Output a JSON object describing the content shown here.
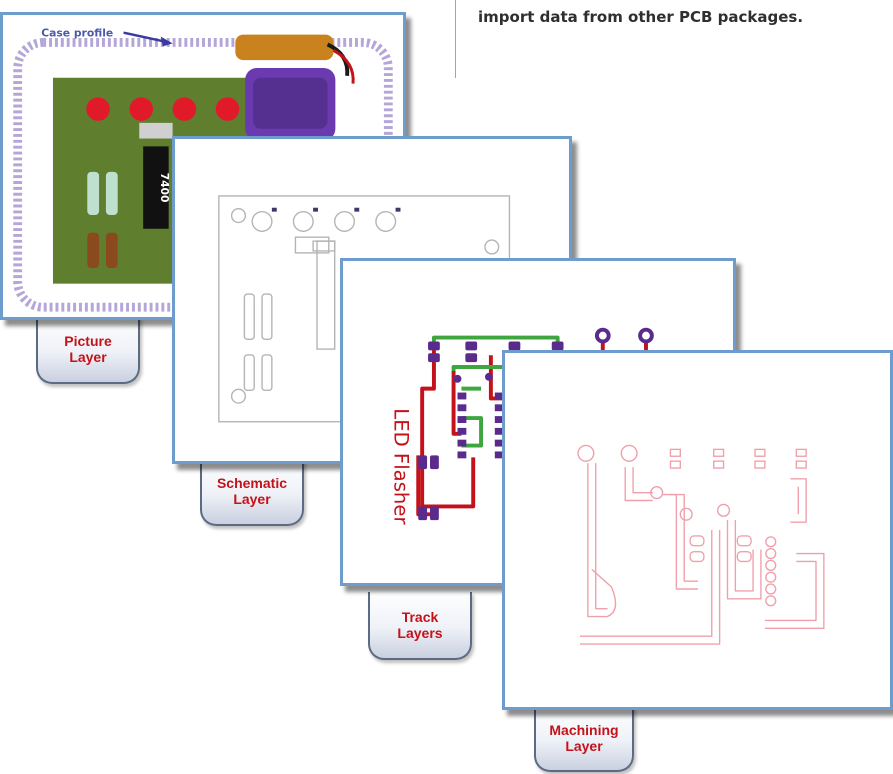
{
  "intro_text": "import data from other PCB packages.",
  "picture_panel": {
    "case_label": "Case profile",
    "chip_label": "7400"
  },
  "track_panel": {
    "silk_text": "LED Flasher"
  },
  "tabs": {
    "picture": "Picture\nLayer",
    "schematic": "Schematic\nLayer",
    "track": "Track\nLayers",
    "machining": "Machining\nLayer"
  },
  "colors": {
    "panel_border": "#6e9ccc",
    "tab_label": "#c4121a",
    "board_green": "#5f7f2f",
    "track_red": "#c4121a",
    "track_green": "#3fa63f",
    "pad_purple": "#5a2a8c",
    "machining_outline": "#f0a0aa"
  }
}
